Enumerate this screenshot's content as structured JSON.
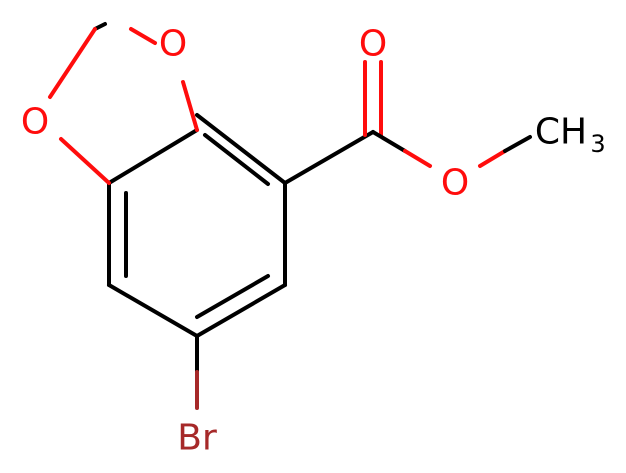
{
  "molecule": {
    "atoms": {
      "o_ring_top": "O",
      "o_ring_left": "O",
      "o_carbonyl": "O",
      "o_ester": "O",
      "methyl": "CH",
      "methyl_subscript": "3",
      "bromine": "Br"
    },
    "colors": {
      "bond": "#000000",
      "oxygen": "#ff0d0d",
      "bromine": "#a62929"
    }
  }
}
